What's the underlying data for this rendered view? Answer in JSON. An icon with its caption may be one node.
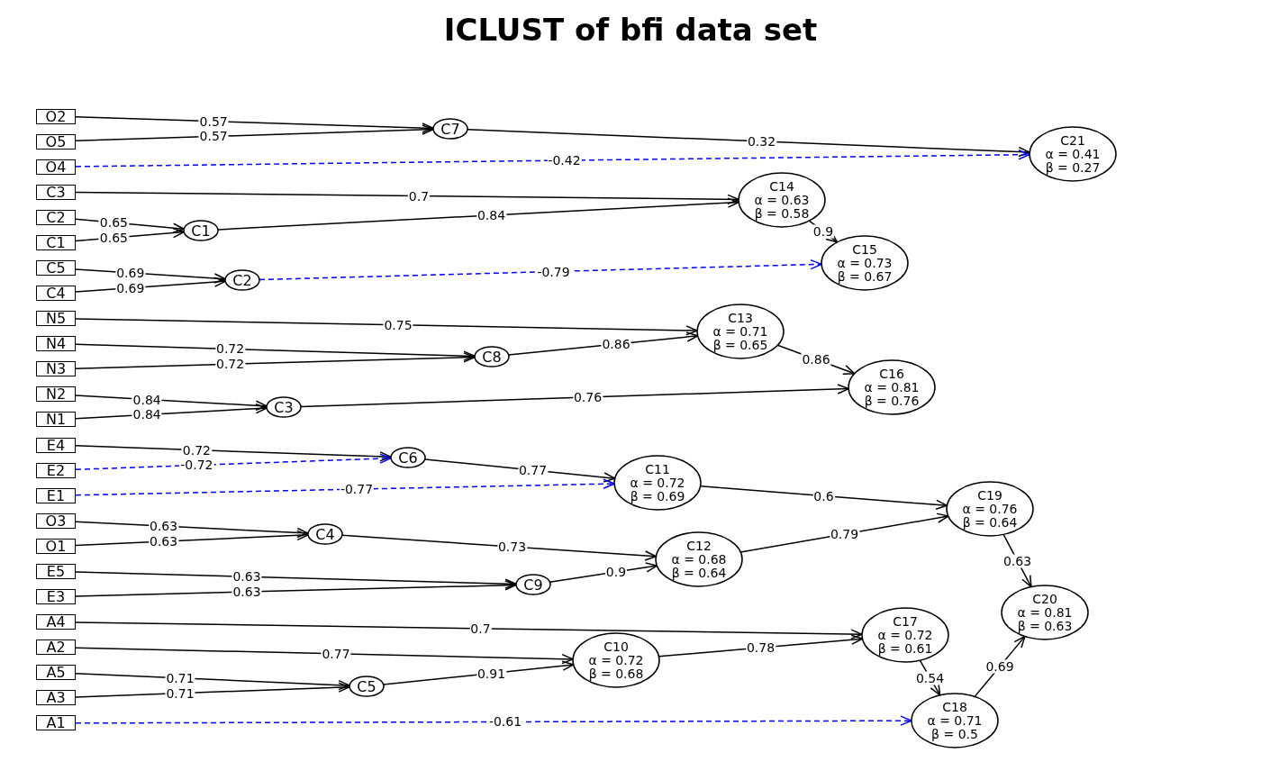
{
  "diagram": {
    "title": "ICLUST of bfi data set",
    "nodes": [
      {
        "text": [
          "O2"
        ]
      },
      {
        "text": [
          "O5"
        ]
      },
      {
        "text": [
          "O4"
        ]
      },
      {
        "text": [
          "C3"
        ]
      },
      {
        "text": [
          "C2"
        ]
      },
      {
        "text": [
          "C1"
        ]
      },
      {
        "text": [
          "C5"
        ]
      },
      {
        "text": [
          "C4"
        ]
      },
      {
        "text": [
          "N5"
        ]
      },
      {
        "text": [
          "N4"
        ]
      },
      {
        "text": [
          "N3"
        ]
      },
      {
        "text": [
          "N2"
        ]
      },
      {
        "text": [
          "N1"
        ]
      },
      {
        "text": [
          "E4"
        ]
      },
      {
        "text": [
          "E2"
        ]
      },
      {
        "text": [
          "E1"
        ]
      },
      {
        "text": [
          "O3"
        ]
      },
      {
        "text": [
          "O1"
        ]
      },
      {
        "text": [
          "E5"
        ]
      },
      {
        "text": [
          "E3"
        ]
      },
      {
        "text": [
          "A4"
        ]
      },
      {
        "text": [
          "A2"
        ]
      },
      {
        "text": [
          "A5"
        ]
      },
      {
        "text": [
          "A3"
        ]
      },
      {
        "text": [
          "A1"
        ]
      },
      {
        "text": [
          "C7"
        ]
      },
      {
        "text": [
          "C1"
        ]
      },
      {
        "text": [
          "C2"
        ]
      },
      {
        "text": [
          "C8"
        ]
      },
      {
        "text": [
          "C3"
        ]
      },
      {
        "text": [
          "C6"
        ]
      },
      {
        "text": [
          "C4"
        ]
      },
      {
        "text": [
          "C9"
        ]
      },
      {
        "text": [
          "C5"
        ]
      },
      {
        "text": [
          "C21",
          "α = 0.41",
          "β = 0.27"
        ]
      },
      {
        "text": [
          "C14",
          "α = 0.63",
          "β = 0.58"
        ]
      },
      {
        "text": [
          "C15",
          "α = 0.73",
          "β = 0.67"
        ]
      },
      {
        "text": [
          "C13",
          "α = 0.71",
          "β = 0.65"
        ]
      },
      {
        "text": [
          "C16",
          "α = 0.81",
          "β = 0.76"
        ]
      },
      {
        "text": [
          "C11",
          "α = 0.72",
          "β = 0.69"
        ]
      },
      {
        "text": [
          "C19",
          "α = 0.76",
          "β = 0.64"
        ]
      },
      {
        "text": [
          "C12",
          "α = 0.68",
          "β = 0.64"
        ]
      },
      {
        "text": [
          "C20",
          "α = 0.81",
          "β = 0.63"
        ]
      },
      {
        "text": [
          "C17",
          "α = 0.72",
          "β = 0.61"
        ]
      },
      {
        "text": [
          "C10",
          "α = 0.72",
          "β = 0.68"
        ]
      },
      {
        "text": [
          "C18",
          "α = 0.71",
          "β = 0.5"
        ]
      }
    ],
    "edges": [
      {
        "from": 0,
        "to": 25,
        "arrow": "to",
        "label": "0.57"
      },
      {
        "from": 1,
        "to": 25,
        "arrow": "to",
        "label": "0.57"
      },
      {
        "from": 25,
        "to": 34,
        "arrow": "to",
        "label": "0.32"
      },
      {
        "from": 2,
        "to": 34,
        "arrow": "to",
        "label": "-0.42",
        "style": "dashed",
        "color": "#0000ff"
      },
      {
        "from": 3,
        "to": 35,
        "arrow": "to",
        "label": "0.7"
      },
      {
        "from": 4,
        "to": 26,
        "arrow": "to",
        "label": "0.65"
      },
      {
        "from": 5,
        "to": 26,
        "arrow": "to",
        "label": "0.65"
      },
      {
        "from": 26,
        "to": 35,
        "arrow": "to",
        "label": "0.84"
      },
      {
        "from": 35,
        "to": 36,
        "arrow": "to",
        "label": "0.9"
      },
      {
        "from": 6,
        "to": 27,
        "arrow": "to",
        "label": "0.69"
      },
      {
        "from": 7,
        "to": 27,
        "arrow": "to",
        "label": "0.69"
      },
      {
        "from": 27,
        "to": 36,
        "arrow": "to",
        "label": "-0.79",
        "style": "dashed",
        "color": "#0000ff"
      },
      {
        "from": 8,
        "to": 37,
        "arrow": "to",
        "label": "0.75"
      },
      {
        "from": 9,
        "to": 28,
        "arrow": "to",
        "label": "0.72"
      },
      {
        "from": 10,
        "to": 28,
        "arrow": "to",
        "label": "0.72"
      },
      {
        "from": 28,
        "to": 37,
        "arrow": "to",
        "label": "0.86"
      },
      {
        "from": 37,
        "to": 38,
        "arrow": "to",
        "label": "0.86"
      },
      {
        "from": 11,
        "to": 29,
        "arrow": "to",
        "label": "0.84"
      },
      {
        "from": 12,
        "to": 29,
        "arrow": "to",
        "label": "0.84"
      },
      {
        "from": 29,
        "to": 38,
        "arrow": "to",
        "label": "0.76"
      },
      {
        "from": 13,
        "to": 30,
        "arrow": "to",
        "label": "0.72"
      },
      {
        "from": 14,
        "to": 30,
        "arrow": "to",
        "label": "-0.72",
        "style": "dashed",
        "color": "#0000ff"
      },
      {
        "from": 30,
        "to": 39,
        "arrow": "to",
        "label": "0.77"
      },
      {
        "from": 15,
        "to": 39,
        "arrow": "to",
        "label": "-0.77",
        "style": "dashed",
        "color": "#0000ff"
      },
      {
        "from": 39,
        "to": 40,
        "arrow": "to",
        "label": "0.6"
      },
      {
        "from": 16,
        "to": 31,
        "arrow": "to",
        "label": "0.63"
      },
      {
        "from": 17,
        "to": 31,
        "arrow": "to",
        "label": "0.63"
      },
      {
        "from": 31,
        "to": 41,
        "arrow": "to",
        "label": "0.73"
      },
      {
        "from": 18,
        "to": 32,
        "arrow": "to",
        "label": "0.63"
      },
      {
        "from": 19,
        "to": 32,
        "arrow": "to",
        "label": "0.63"
      },
      {
        "from": 32,
        "to": 41,
        "arrow": "to",
        "label": "0.9"
      },
      {
        "from": 41,
        "to": 40,
        "arrow": "to",
        "label": "0.79"
      },
      {
        "from": 40,
        "to": 42,
        "arrow": "to",
        "label": "0.63"
      },
      {
        "from": 20,
        "to": 43,
        "arrow": "to",
        "label": "0.7"
      },
      {
        "from": 21,
        "to": 44,
        "arrow": "to",
        "label": "0.77"
      },
      {
        "from": 22,
        "to": 33,
        "arrow": "to",
        "label": "0.71"
      },
      {
        "from": 23,
        "to": 33,
        "arrow": "to",
        "label": "0.71"
      },
      {
        "from": 33,
        "to": 44,
        "arrow": "to",
        "label": "0.91"
      },
      {
        "from": 44,
        "to": 43,
        "arrow": "to",
        "label": "0.78"
      },
      {
        "from": 43,
        "to": 45,
        "arrow": "to",
        "label": "0.54"
      },
      {
        "from": 45,
        "to": 42,
        "arrow": "to",
        "label": "0.69"
      },
      {
        "from": 24,
        "to": 45,
        "arrow": "to",
        "label": "-0.61",
        "style": "dashed",
        "color": "#0000ff"
      }
    ]
  }
}
